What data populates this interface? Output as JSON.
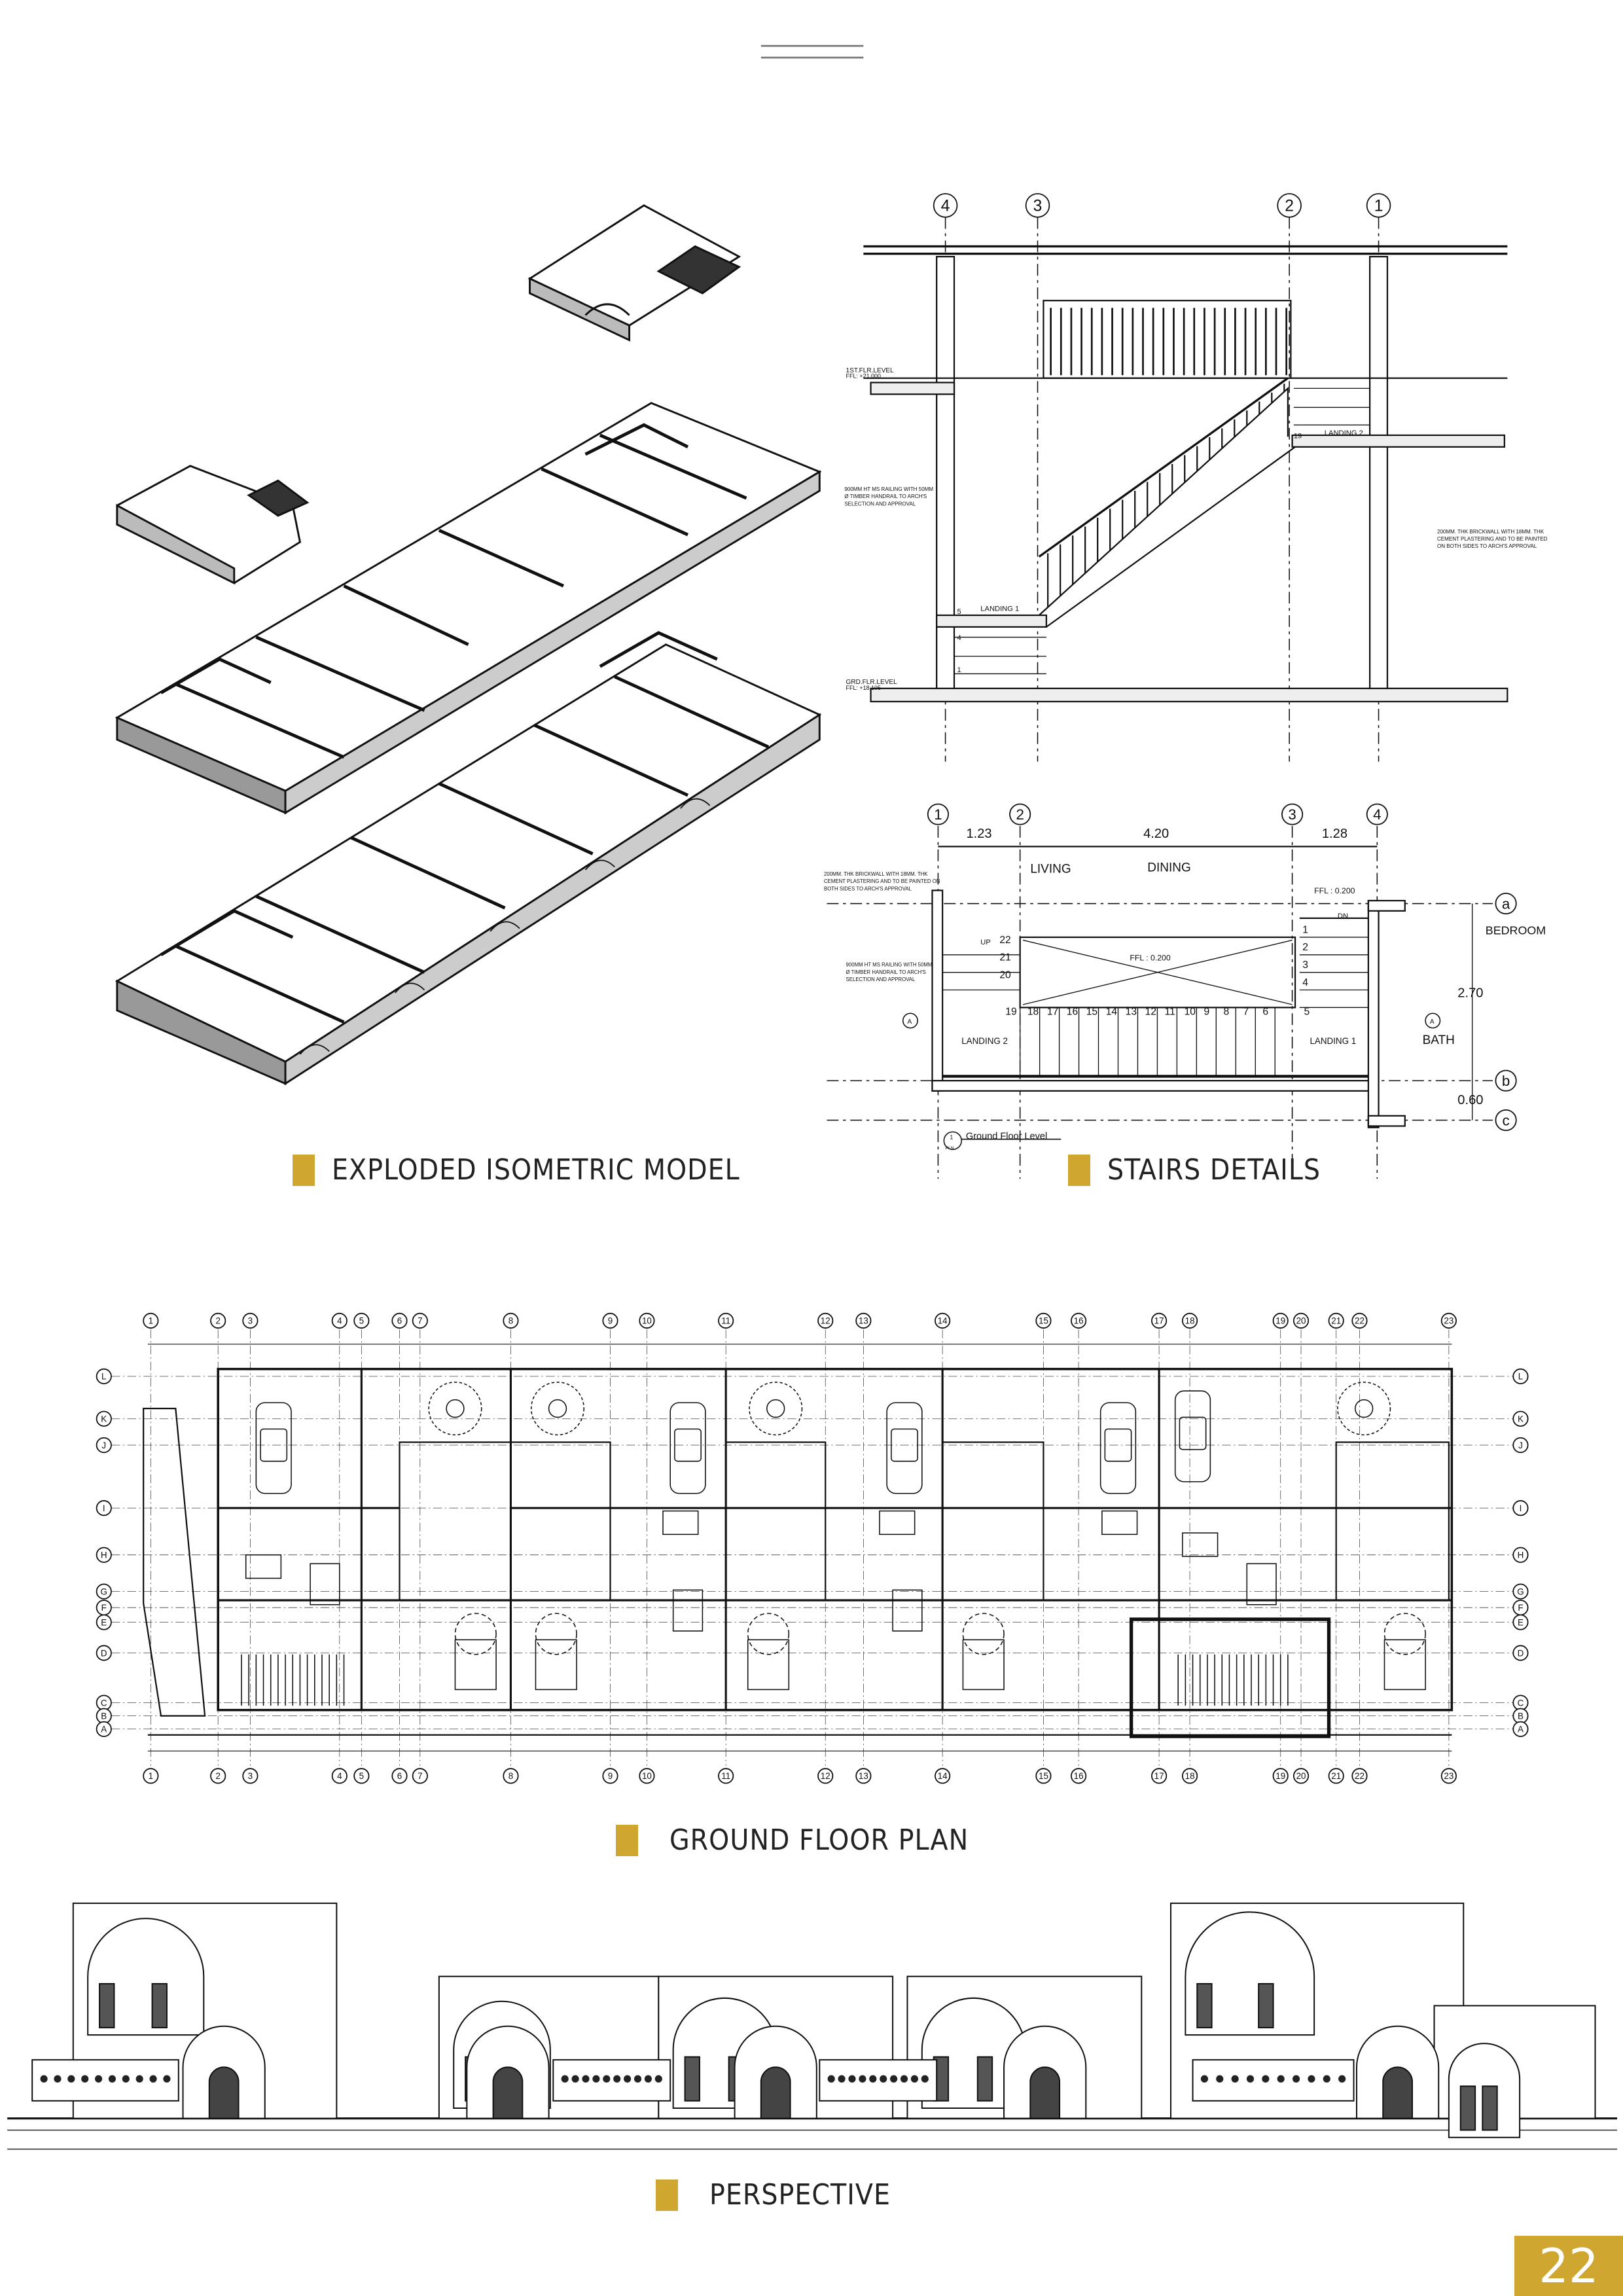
{
  "captions": {
    "isometric": "EXPLODED ISOMETRIC MODEL",
    "stairs": "STAIRS DETAILS",
    "ground_floor": "GROUND FLOOR PLAN",
    "perspective": "PERSPECTIVE"
  },
  "page_number": "22",
  "accent_color": "#CFA630",
  "stair_section": {
    "grid_labels": [
      "4",
      "3",
      "2",
      "1"
    ],
    "first_floor_level": "1ST.FLR.LEVEL",
    "first_floor_ffl": "FFL: +21.000",
    "ground_floor_level": "GRD.FLR.LEVEL",
    "ground_floor_ffl": "FFL: +18.105",
    "landing_1": "LANDING 1",
    "landing_2": "LANDING 2",
    "step_19": "19",
    "step_5": "5",
    "step_4": "4",
    "step_1": "1",
    "railing_note": [
      "900MM HT MS RAILING WITH 50MM",
      "Ø TIMBER HANDRAIL TO ARCH'S",
      "SELECTION AND APPROVAL"
    ],
    "wall_note": [
      "200MM. THK BRICKWALL WITH 18MM. THK",
      "CEMENT PLASTERING AND TO BE PAINTED",
      "ON BOTH SIDES TO ARCH'S APPROVAL"
    ]
  },
  "stair_plan": {
    "grid_labels": [
      "1",
      "2",
      "3",
      "4"
    ],
    "row_labels": [
      "a",
      "b",
      "c"
    ],
    "dims": [
      "1.23",
      "4.20",
      "1.28"
    ],
    "dim_270": "2.70",
    "dim_060": "0.60",
    "living": "LIVING",
    "dining": "DINING",
    "bedroom": "BEDROOM",
    "bath": "BATH",
    "landing_1": "LANDING 1",
    "landing_2": "LANDING 2",
    "ffl_1": "FFL : 0.200",
    "ffl_2": "FFL : 0.200",
    "up": "UP",
    "dn": "DN",
    "upper_steps": [
      "22",
      "21",
      "20"
    ],
    "right_steps": [
      "1",
      "2",
      "3",
      "4"
    ],
    "bottom_steps": [
      "19",
      "18",
      "17",
      "16",
      "15",
      "14",
      "13",
      "12",
      "11",
      "10",
      "9",
      "8",
      "7",
      "6",
      "5"
    ],
    "section_mark": "A",
    "level_ref": "Ground Floor Level",
    "level_ref_num": "1",
    "level_ref_sheet": "PLN",
    "wall_note": [
      "200MM. THK BRICKWALL WITH 18MM. THK",
      "CEMENT PLASTERING AND TO BE PAINTED ON",
      "BOTH SIDES TO ARCH'S APPROVAL"
    ],
    "railing_note": [
      "900MM HT MS RAILING WITH 50MM",
      "Ø TIMBER HANDRAIL TO ARCH'S",
      "SELECTION AND APPROVAL"
    ]
  },
  "floor_plan": {
    "column_labels": [
      "1",
      "2",
      "3",
      "4",
      "5",
      "6",
      "7",
      "8",
      "9",
      "10",
      "11",
      "12",
      "13",
      "14",
      "15",
      "16",
      "17",
      "18",
      "19",
      "20",
      "21",
      "22",
      "23"
    ],
    "row_labels": [
      "L",
      "K",
      "J",
      "I",
      "H",
      "G",
      "F",
      "E",
      "D",
      "C",
      "B",
      "A"
    ]
  }
}
